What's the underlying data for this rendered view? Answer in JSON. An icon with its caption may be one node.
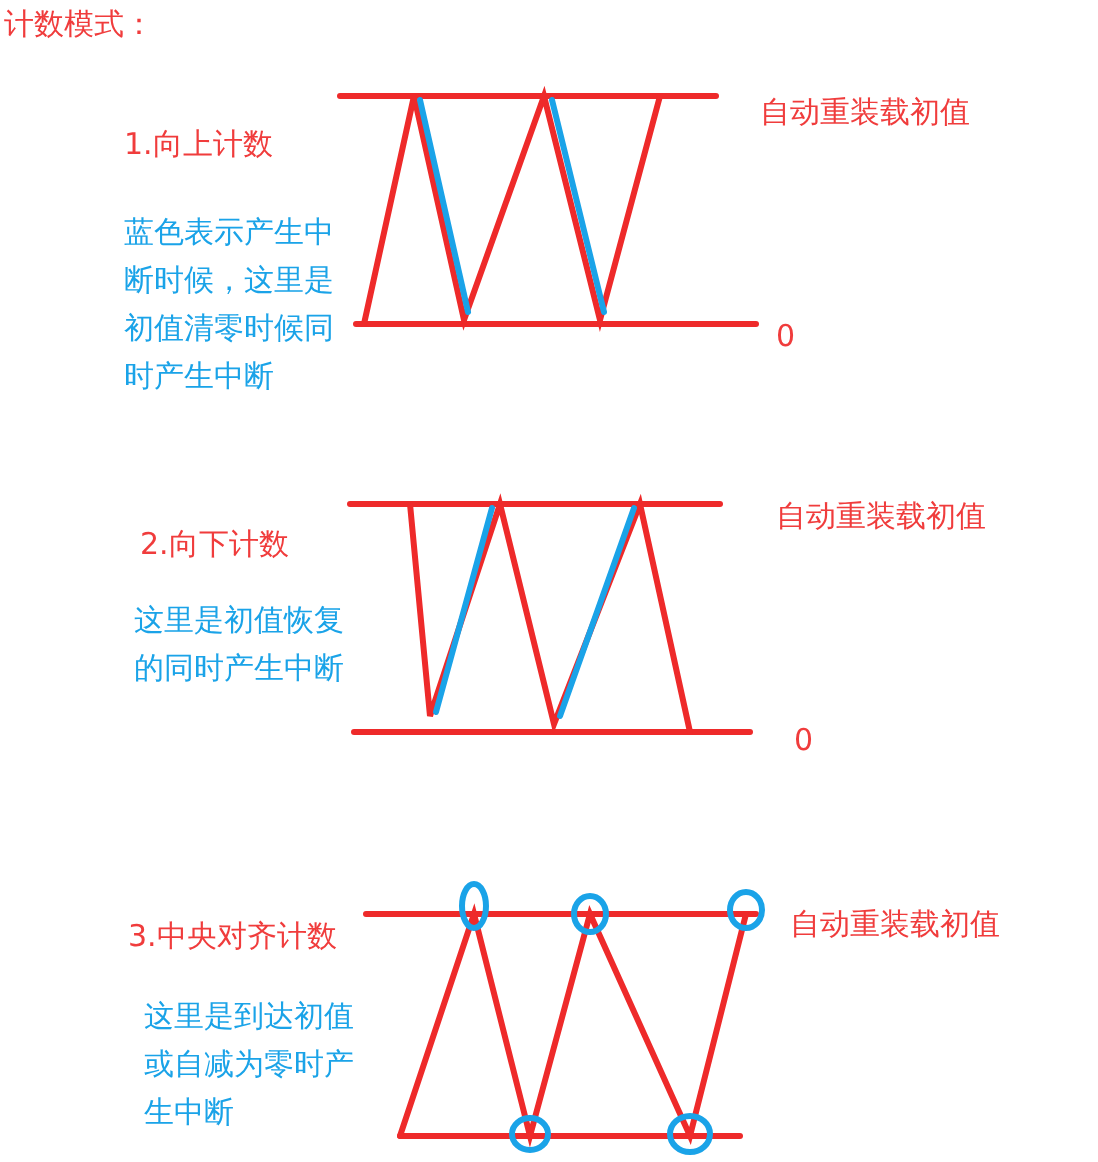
{
  "diagram": {
    "title": "计数模式：",
    "labels": [
      "1.向上计数",
      "自动重装载初值",
      "蓝色表示产生中断时候，这里是初值清零时候同时产生中断",
      "0",
      "2.向下计数",
      "自动重装载初值",
      "这里是初值恢复的同时产生中断",
      "0",
      "3.中央对齐计数",
      "自动重装载初值",
      "这里是到达初值或自减为零时产生中断"
    ]
  }
}
